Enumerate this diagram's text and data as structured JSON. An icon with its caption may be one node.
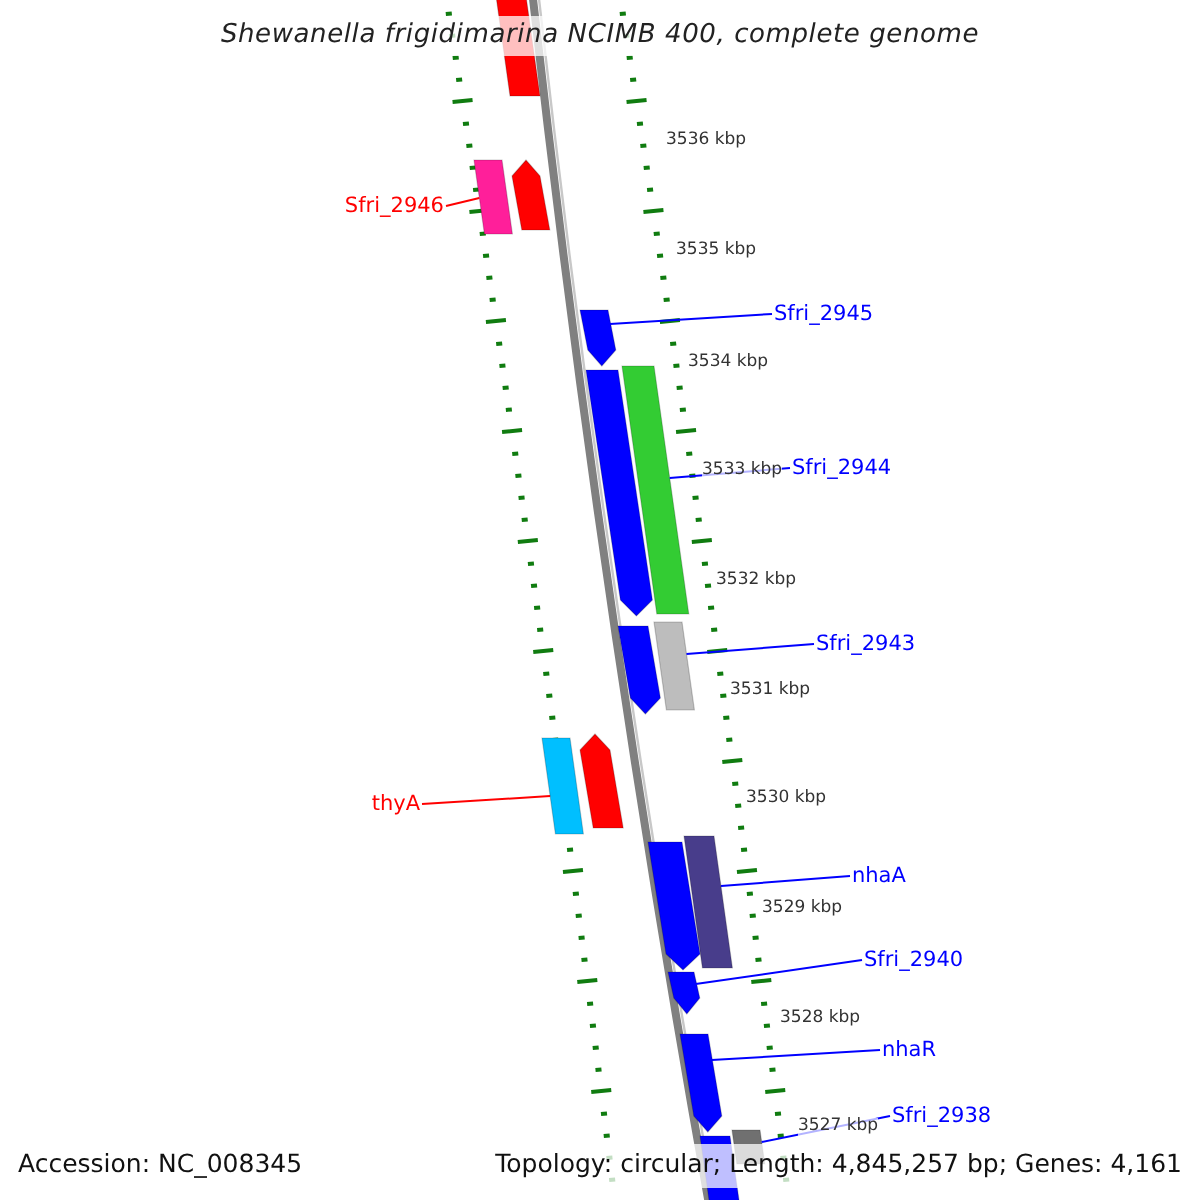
{
  "diagram": {
    "title": "Shewanella frigidimarina NCIMB 400, complete genome",
    "nodes": [
      {
        "text": [],
        "shape": "box"
      },
      {
        "text": [
          "Sfri_2946"
        ]
      },
      {
        "text": [],
        "shape": "box"
      },
      {
        "text": [],
        "shape": "arrow"
      },
      {
        "text": [
          "Sfri_2945"
        ]
      },
      {
        "text": [],
        "shape": "arrow"
      },
      {
        "text": [],
        "shape": "arrow"
      },
      {
        "text": [],
        "shape": "box"
      },
      {
        "text": [
          "Sfri_2944"
        ]
      },
      {
        "text": [],
        "shape": "arrow"
      },
      {
        "text": [],
        "shape": "box"
      },
      {
        "text": [
          "Sfri_2943"
        ]
      },
      {
        "text": [],
        "shape": "arrow"
      },
      {
        "text": [],
        "shape": "box"
      },
      {
        "text": [
          "thyA"
        ]
      },
      {
        "text": [],
        "shape": "box"
      },
      {
        "text": [],
        "shape": "arrow"
      },
      {
        "text": [
          "nhaA"
        ]
      },
      {
        "text": [],
        "shape": "arrow"
      },
      {
        "text": [
          "Sfri_2940"
        ]
      },
      {
        "text": [],
        "shape": "arrow"
      },
      {
        "text": [
          "nhaR"
        ]
      },
      {
        "text": [
          "Sfri_2938"
        ]
      },
      {
        "text": [],
        "shape": "box"
      },
      {
        "text": [],
        "shape": "box"
      }
    ],
    "edges": [
      {
        "from": 1,
        "to": 2,
        "arrow": "none",
        "color": "#ff0000"
      },
      {
        "from": 4,
        "to": 5,
        "arrow": "none"
      },
      {
        "from": 8,
        "to": 7,
        "arrow": "none"
      },
      {
        "from": 11,
        "to": 10,
        "arrow": "none"
      },
      {
        "from": 14,
        "to": 13,
        "arrow": "none",
        "color": "#ff0000"
      },
      {
        "from": 17,
        "to": 15,
        "arrow": "none"
      },
      {
        "from": 19,
        "to": 18,
        "arrow": "none"
      },
      {
        "from": 21,
        "to": 20,
        "arrow": "none"
      },
      {
        "from": 22,
        "to": 23,
        "arrow": "none"
      }
    ],
    "labels": [
      "3536 kbp",
      "3535 kbp",
      "3534 kbp",
      "3533 kbp",
      "3532 kbp",
      "3531 kbp",
      "3530 kbp",
      "3529 kbp",
      "3528 kbp",
      "3527 kbp",
      "Accession: NC_008345",
      "Topology: circular; Length: 4,845,257 bp; Genes: 4,161"
    ]
  }
}
